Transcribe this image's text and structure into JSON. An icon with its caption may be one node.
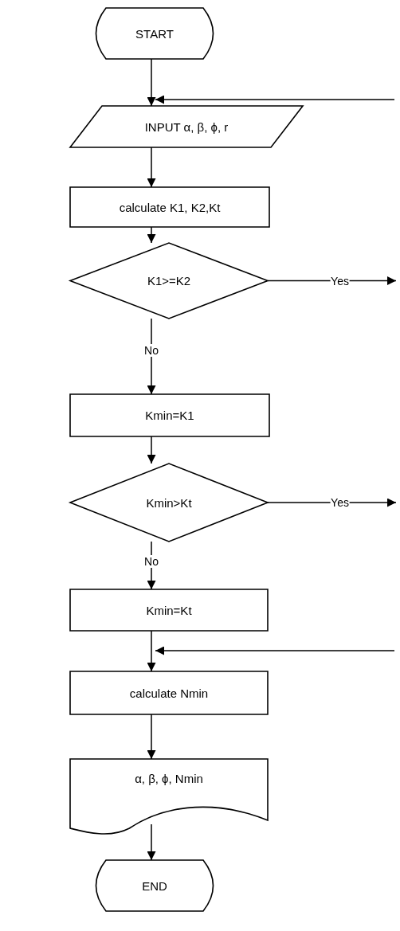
{
  "diagram": {
    "nodes": [
      {
        "text": [
          "START"
        ]
      },
      {
        "text": [
          "INPUT α, β, ϕ, r"
        ]
      },
      {
        "text": [
          "calculate K1, K2,Kt"
        ]
      },
      {
        "text": [
          "K1>=K2"
        ]
      },
      {
        "text": [
          "Kmin=K1"
        ]
      },
      {
        "text": [
          "Kmin>Kt"
        ]
      },
      {
        "text": [
          "Kmin=Kt"
        ]
      },
      {
        "text": [
          "calculate Nmin"
        ]
      },
      {
        "text": [
          "α, β, ϕ, Nmin"
        ]
      },
      {
        "text": [
          "END"
        ]
      }
    ],
    "edges": [
      {
        "from": 0,
        "to": 1,
        "arrow": "to"
      },
      {
        "from": null,
        "to": 1,
        "arrow": "to"
      },
      {
        "from": 1,
        "to": 2,
        "arrow": "to"
      },
      {
        "from": 2,
        "to": 3,
        "arrow": "to"
      },
      {
        "from": 3,
        "to": null,
        "arrow": "to",
        "label": "Yes"
      },
      {
        "from": 3,
        "to": 4,
        "arrow": "to",
        "label": "No"
      },
      {
        "from": 4,
        "to": 5,
        "arrow": "to"
      },
      {
        "from": 5,
        "to": null,
        "arrow": "to",
        "label": "Yes"
      },
      {
        "from": 5,
        "to": 6,
        "arrow": "to",
        "label": "No"
      },
      {
        "from": 6,
        "to": 7,
        "arrow": "to"
      },
      {
        "from": null,
        "to": 7,
        "arrow": "to"
      },
      {
        "from": 7,
        "to": 8,
        "arrow": "to"
      },
      {
        "from": 8,
        "to": 9,
        "arrow": "to"
      }
    ]
  }
}
